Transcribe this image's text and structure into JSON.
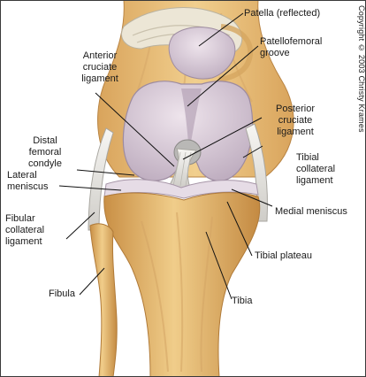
{
  "figure": {
    "copyright": "Copyright © 2003 Christy Krames",
    "labels": {
      "patella": "Patella (reflected)",
      "anterior_cruciate": "Anterior\ncruciate\nligament",
      "patellofemoral_groove": "Patellofemoral\ngroove",
      "distal_femoral_condyle": "Distal\nfemoral\ncondyle",
      "posterior_cruciate": "Posterior\ncruciate\nligament",
      "lateral_meniscus": "Lateral\nmeniscus",
      "tibial_collateral": "Tibial\ncollateral\nligament",
      "fibular_collateral": "Fibular\ncollateral\nligament",
      "medial_meniscus": "Medial meniscus",
      "tibial_plateau": "Tibial plateau",
      "fibula": "Fibula",
      "tibia": "Tibia"
    }
  },
  "colors": {
    "bone": "#e8c07a",
    "bone_dark": "#c98f45",
    "cartilage": "#d9cdd8",
    "cartilage_shadow": "#b7a6b8",
    "ligament": "#ecebe8",
    "leader": "#111111"
  }
}
